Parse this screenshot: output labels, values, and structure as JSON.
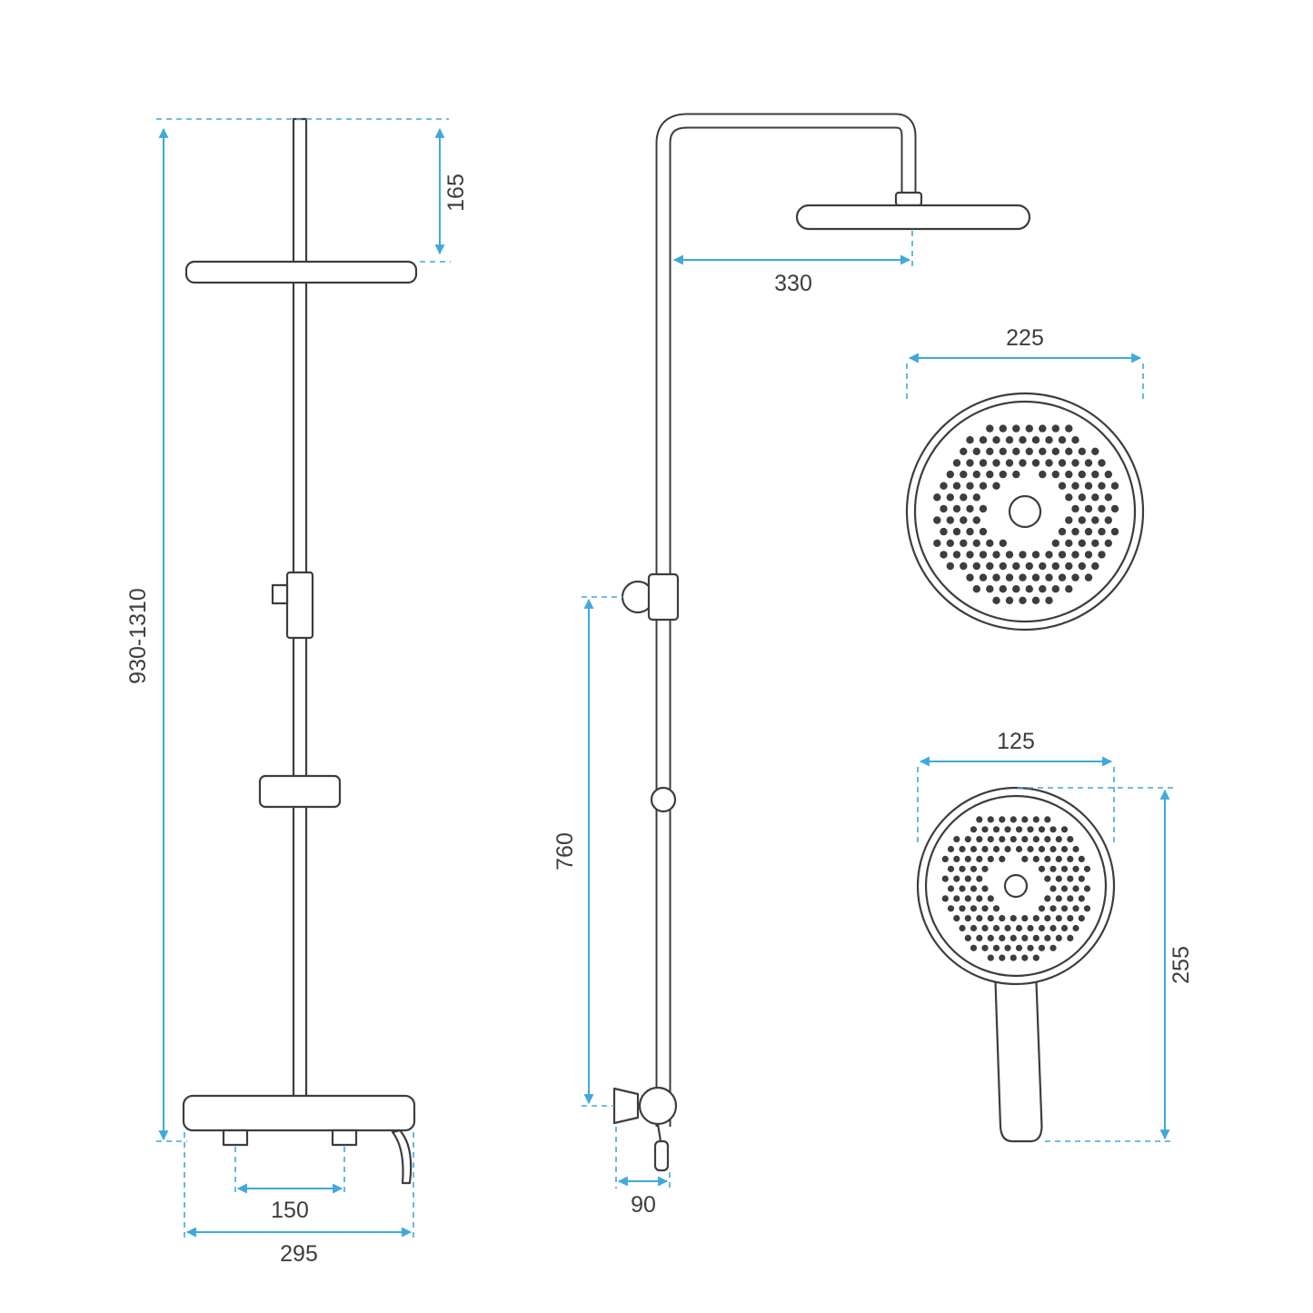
{
  "diagram": {
    "colors": {
      "line": "#3d3d3d",
      "dimension": "#3fa8dc",
      "text": "#3d3d3d",
      "background": "#ffffff"
    },
    "dimensions": {
      "front_height_range": "930-1310",
      "front_head_offset": "165",
      "front_outlet_spacing": "150",
      "front_mixer_width": "295",
      "side_arm_reach": "330",
      "side_rail_length": "760",
      "side_bracket_depth": "90",
      "head_diameter": "225",
      "hand_shower_width": "125",
      "hand_shower_length": "255"
    }
  }
}
